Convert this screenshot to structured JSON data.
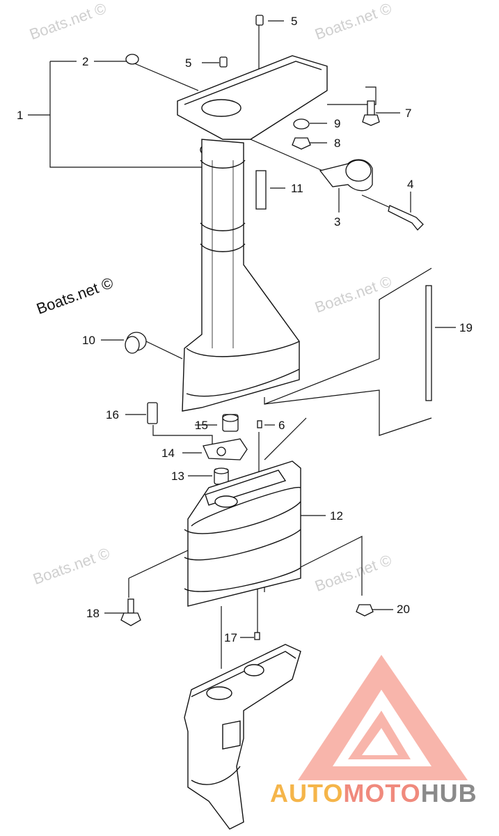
{
  "watermarks": {
    "w1": "Boats.net ©",
    "w2": "Boats.net ©",
    "w3": "Boats.net ©",
    "w4": "Boats.net ©",
    "w5": "Boats.net ©",
    "main": "Boats.net ©"
  },
  "callouts": [
    "1",
    "2",
    "3",
    "4",
    "5",
    "5",
    "6",
    "7",
    "8",
    "9",
    "10",
    "11",
    "12",
    "13",
    "14",
    "15",
    "16",
    "17",
    "18",
    "19",
    "20"
  ],
  "brand": {
    "part1": "AUTO",
    "part2": "MOTO",
    "part3": "HUB"
  },
  "colors": {
    "line": "#111111",
    "watermark": "#cfcfcf",
    "logo_red": "#f0867a",
    "logo_orange": "#f5b54a",
    "logo_gray": "#8a8a8a"
  }
}
